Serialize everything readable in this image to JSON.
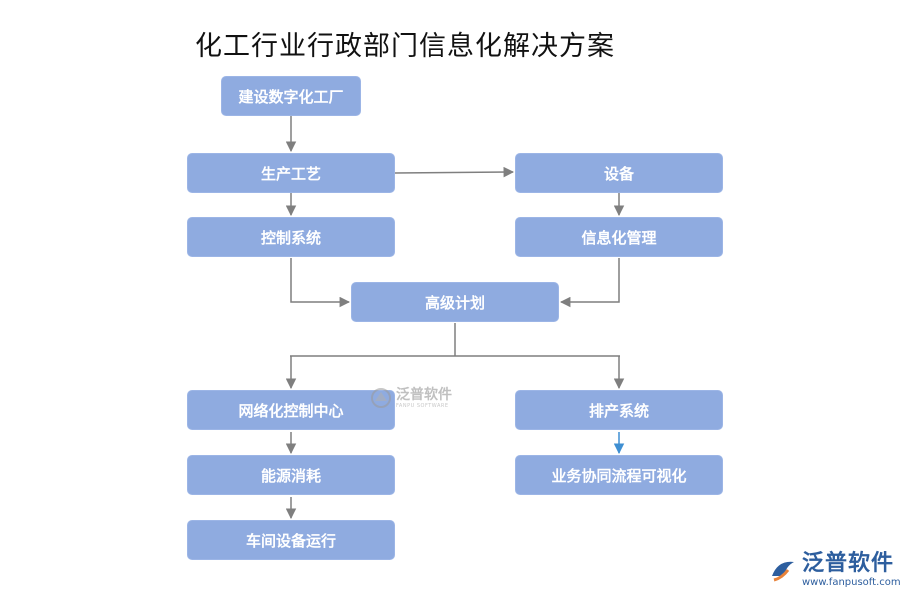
{
  "title": "化工行业行政部门信息化解决方案",
  "nodes": {
    "build_digital_factory": "建设数字化工厂",
    "production_process": "生产工艺",
    "equipment": "设备",
    "control_system": "控制系统",
    "information_management": "信息化管理",
    "advanced_planning": "高级计划",
    "network_control_center": "网络化控制中心",
    "scheduling_system": "排产系统",
    "energy_consumption": "能源消耗",
    "business_workflow_visualization": "业务协同流程可视化",
    "workshop_equipment_operation": "车间设备运行"
  },
  "watermark": {
    "brand_cn": "泛普软件",
    "brand_en": "FANPU SOFTWARE"
  },
  "logo": {
    "brand_cn": "泛普软件",
    "url": "www.fanpusoft.com"
  },
  "colors": {
    "node_fill": "#8fabe0",
    "node_text": "#ffffff",
    "connector": "#7f7f7f",
    "highlight_connector": "#3f8fd2",
    "logo": "#2d5e9e"
  }
}
